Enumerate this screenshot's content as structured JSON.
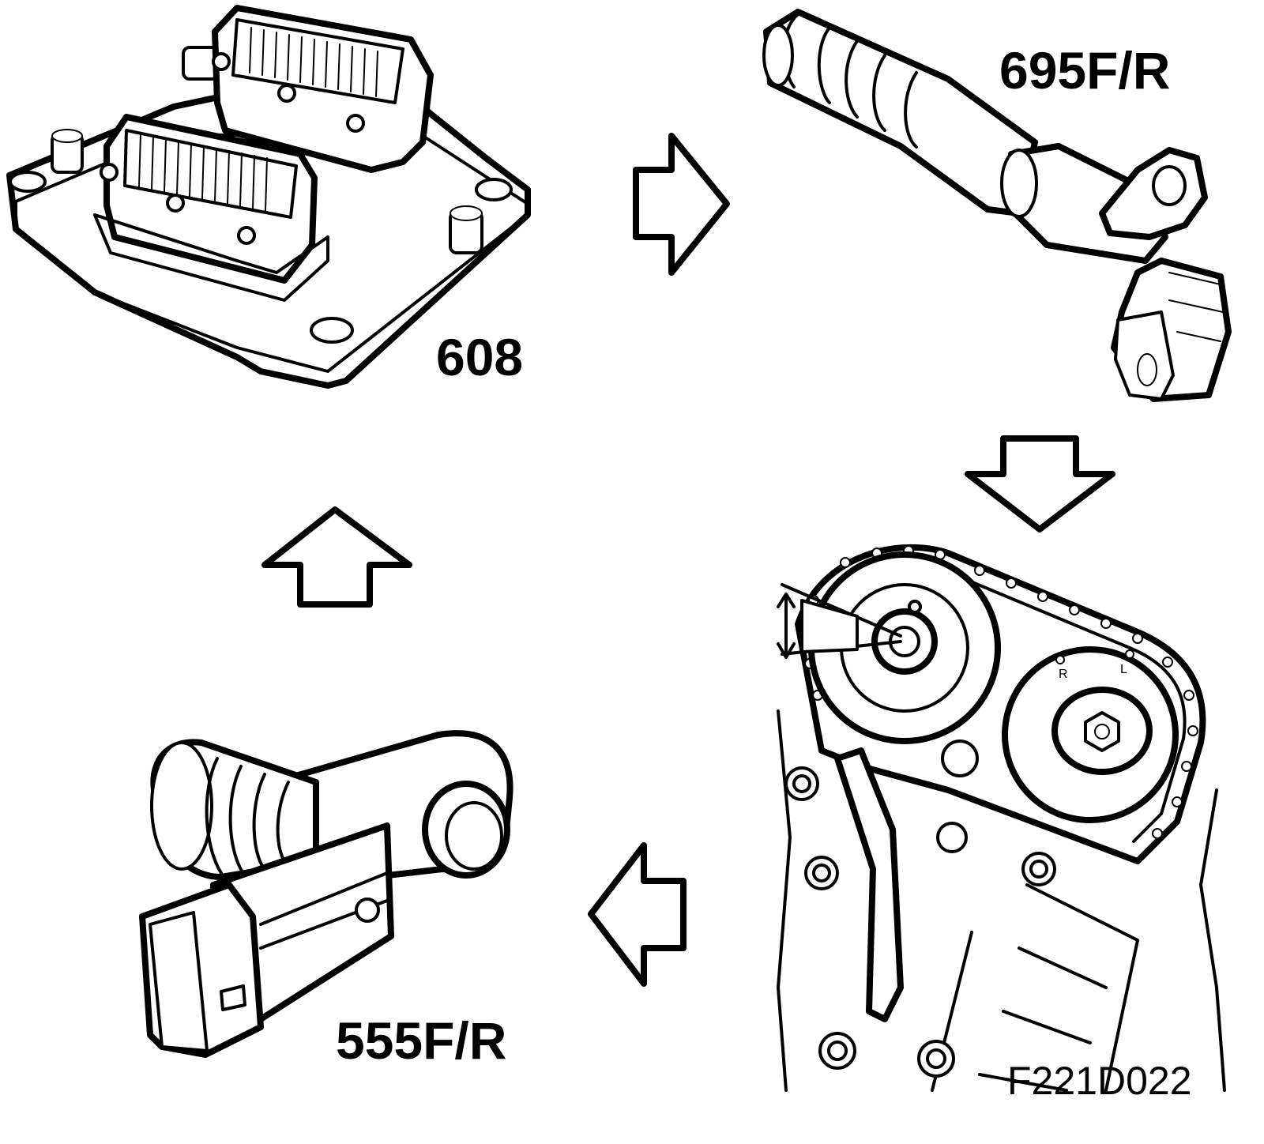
{
  "labels": {
    "ecu": "608",
    "solenoid": "695F/R",
    "sensor": "555F/R",
    "figure_ref": "F221D022",
    "sprocket_mark_r": "R",
    "sprocket_mark_l": "L"
  },
  "flow": {
    "arrows": [
      "right",
      "down",
      "left",
      "up"
    ]
  },
  "colors": {
    "ink": "#000000",
    "paper": "#ffffff"
  }
}
